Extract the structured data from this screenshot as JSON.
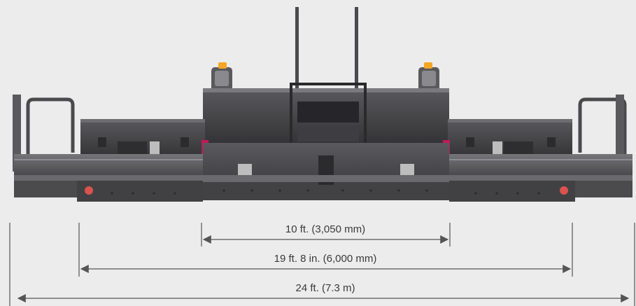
{
  "dimensions": [
    {
      "id": "dim-10ft",
      "label": "10 ft. (3,050 mm)"
    },
    {
      "id": "dim-19ft",
      "label": "19 ft. 8 in. (6,000 mm)"
    },
    {
      "id": "dim-24ft",
      "label": "24 ft. (7.3 m)"
    }
  ],
  "colors": {
    "background": "#ececec",
    "machine_dark": "#3b3b3d",
    "machine_mid": "#505053",
    "machine_light": "#6a6a6e",
    "accent_magenta": "#c2185b",
    "warning_light": "#f5a623",
    "dimension_line": "#555555"
  }
}
